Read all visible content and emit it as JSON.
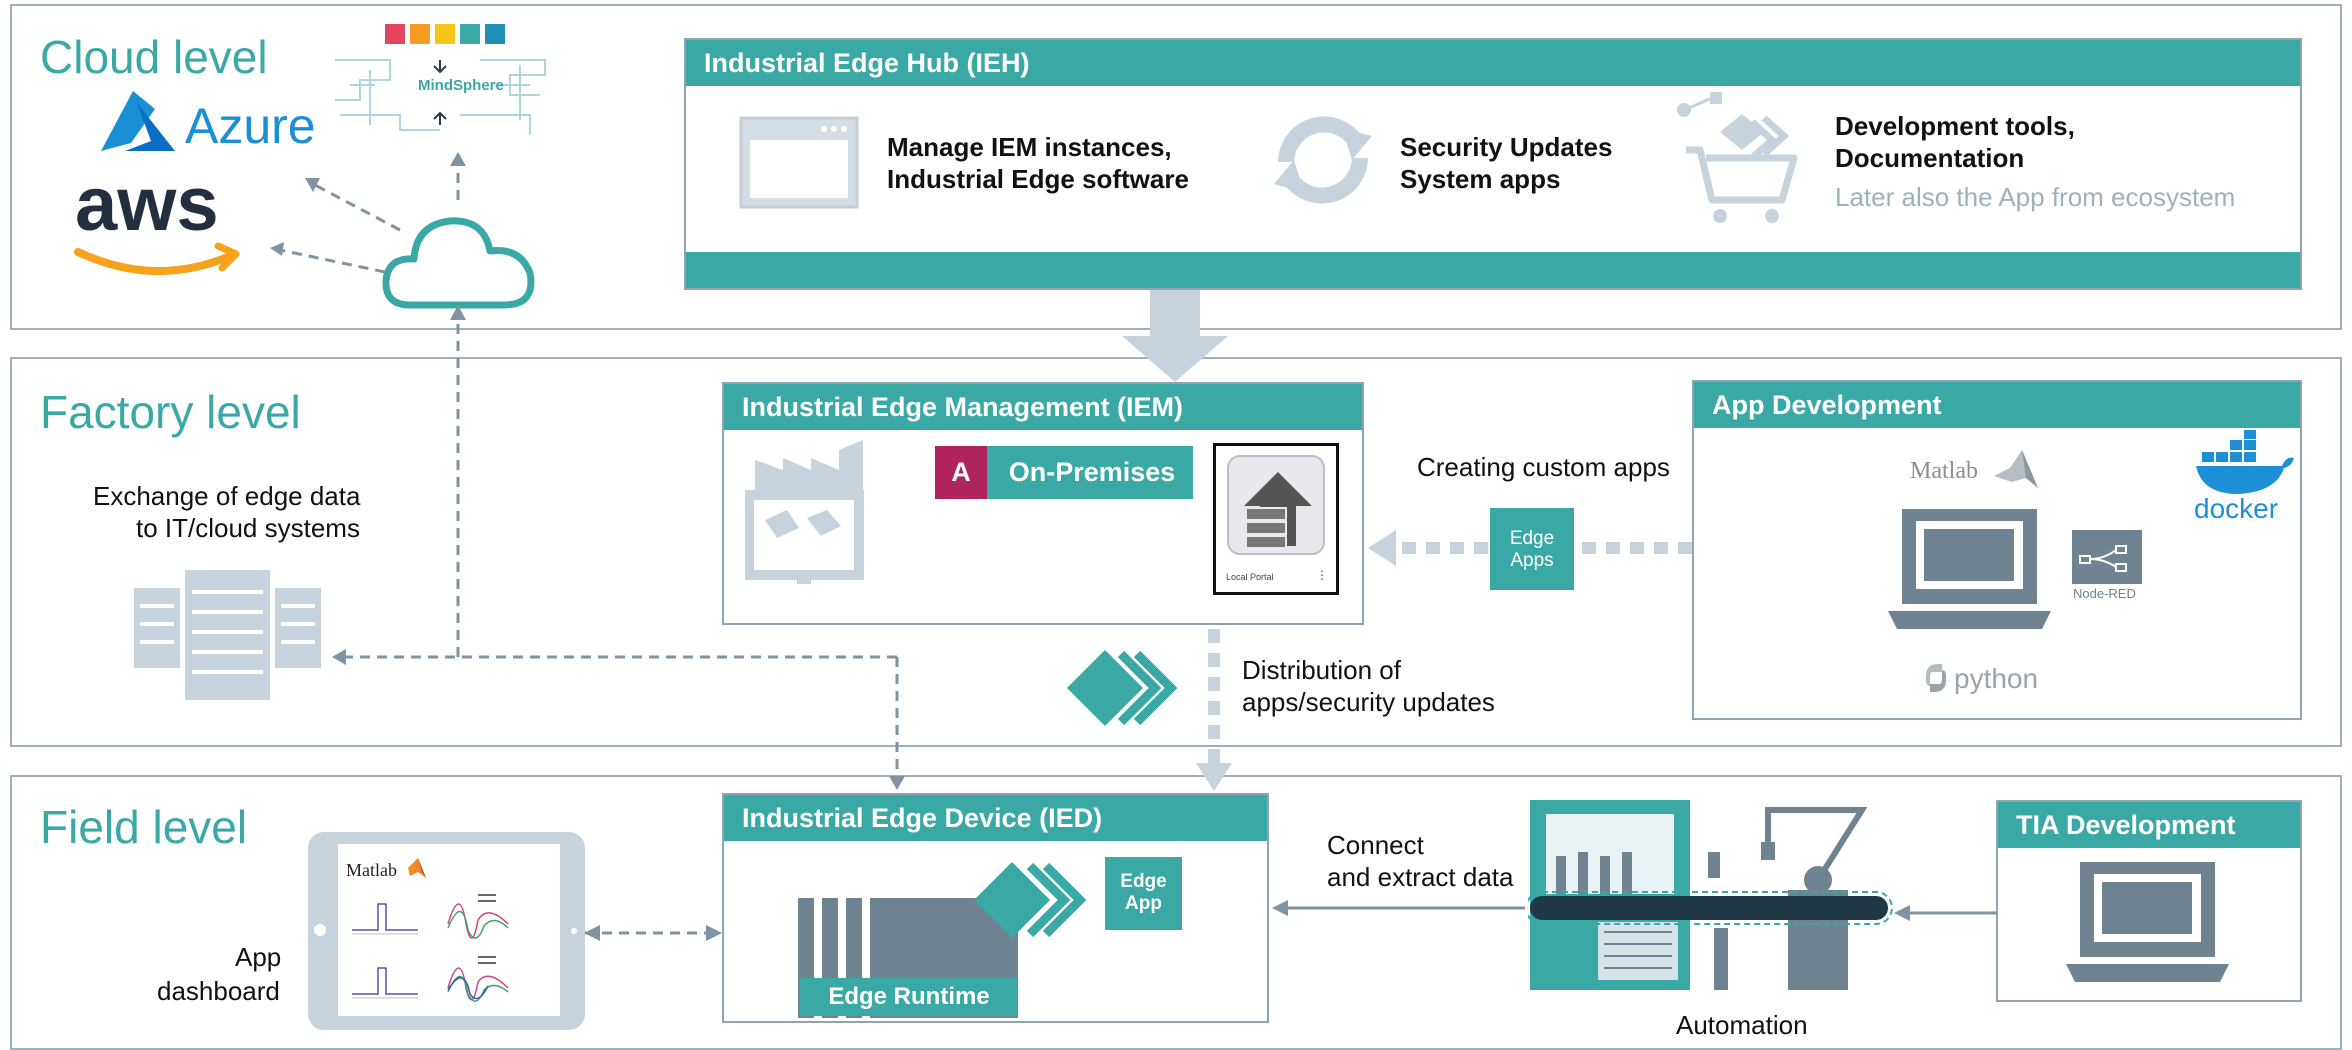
{
  "levels": {
    "cloud": "Cloud level",
    "factory": "Factory level",
    "field": "Field level"
  },
  "cloud": {
    "azure": "Azure",
    "aws": "aws",
    "mindsphere": "MindSphere"
  },
  "ieh": {
    "title": "Industrial Edge Hub (IEH)",
    "item1_line1": "Manage IEM instances,",
    "item1_line2": "Industrial Edge software",
    "item2_line1": "Security Updates",
    "item2_line2": "System apps",
    "item3_line1": "Development tools,",
    "item3_line2": "Documentation",
    "item3_note": "Later also the App from ecosystem"
  },
  "factory": {
    "exchange_line1": "Exchange of edge data",
    "exchange_line2": "to IT/cloud systems"
  },
  "iem": {
    "title": "Industrial Edge Management (IEM)",
    "badge_letter": "A",
    "badge_label": "On-Premises",
    "local_portal": "Local Portal"
  },
  "app_dev": {
    "title": "App Development",
    "creating": "Creating custom apps",
    "edge_apps_line1": "Edge",
    "edge_apps_line2": "Apps",
    "matlab": "Matlab",
    "docker": "docker",
    "nodered": "Node-RED",
    "python": "python"
  },
  "distribution": {
    "line1": "Distribution of",
    "line2": "apps/security updates"
  },
  "ied": {
    "title": "Industrial Edge Device (IED)",
    "edge_app_line1": "Edge",
    "edge_app_line2": "App",
    "runtime": "Edge Runtime"
  },
  "field": {
    "app_line1": "App",
    "app_line2": "dashboard",
    "tablet_matlab": "Matlab",
    "connect_line1": "Connect",
    "connect_line2": "and extract data",
    "automation": "Automation"
  },
  "tia": {
    "title": "TIA Development"
  },
  "colors": {
    "teal": "#3aa9a5",
    "grey": "#c7d3dc",
    "dark_slate": "#7b8c99",
    "border": "#9fb0bd",
    "badge_magenta": "#b0245e"
  }
}
